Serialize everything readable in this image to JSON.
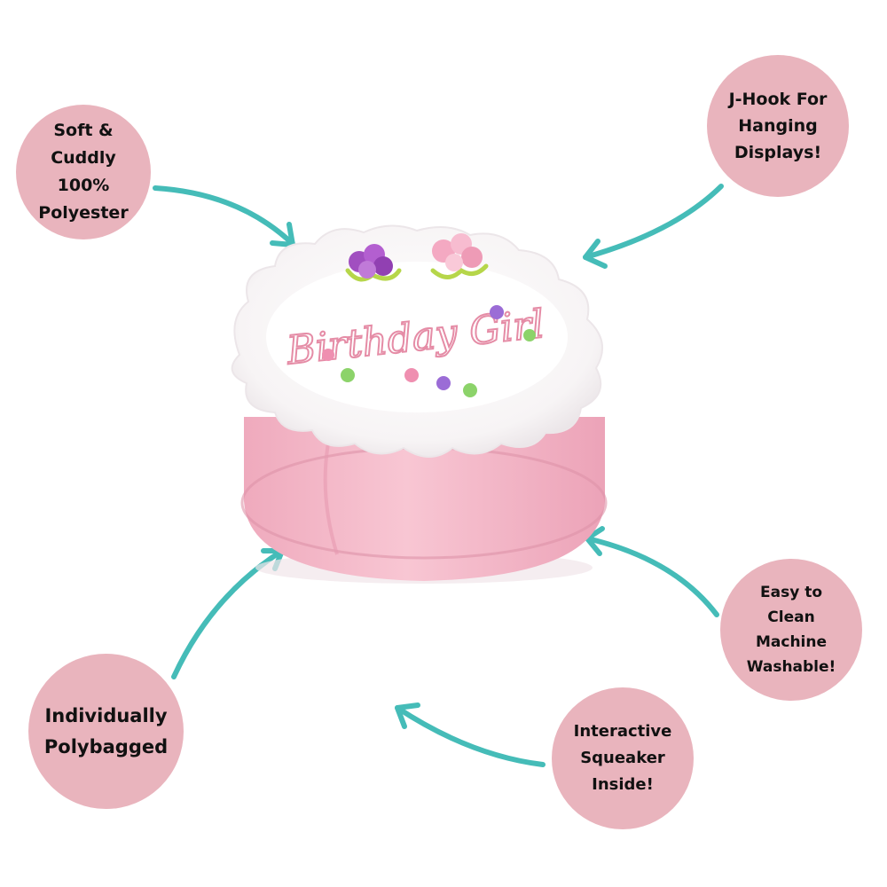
{
  "colors": {
    "bubble": "#e9b4bd",
    "arrow": "#45bcb8",
    "text": "#111111",
    "cake_pink": "#f2b6c6",
    "frosting": "#ffffff",
    "lettering": "#e58ca6"
  },
  "product": {
    "image_name": "pink-plush-birthday-cake-toy",
    "embroidery_text": "Birthday Girl"
  },
  "features": [
    {
      "lines": [
        "Soft &",
        "Cuddly",
        "100%",
        "Polyester"
      ]
    },
    {
      "lines": [
        "J-Hook For",
        "Hanging",
        "Displays!"
      ]
    },
    {
      "lines": [
        "Easy to",
        "Clean",
        "Machine",
        "Washable!"
      ]
    },
    {
      "lines": [
        "Individually",
        "Polybagged"
      ]
    },
    {
      "lines": [
        "Interactive",
        "Squeaker",
        "Inside!"
      ]
    }
  ]
}
